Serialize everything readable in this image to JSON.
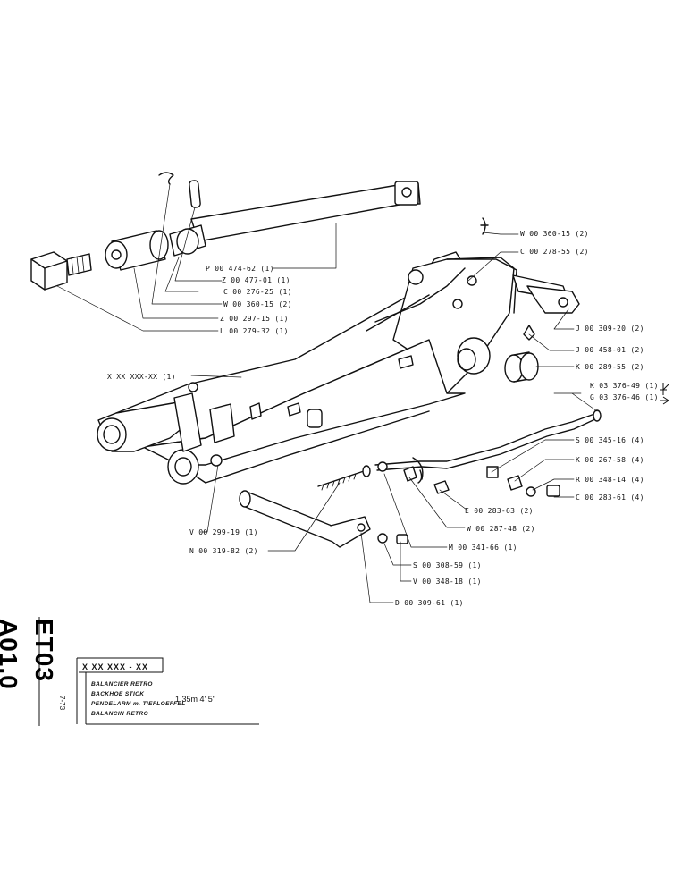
{
  "sheet": {
    "code": "ET03 A01.0",
    "date_code": "7-73",
    "title_box_code": "X XX XXX - XX",
    "title_lines": [
      "BALANCIER RETRO",
      "BACKHOE STICK",
      "PENDELARM m. TIEFLOEFFEL",
      "BALANCIN RETRO"
    ],
    "size_spec": "1,35m  4' 5\""
  },
  "parts": [
    {
      "id": "p1",
      "label": "P 00 474-62  (1)"
    },
    {
      "id": "p2",
      "label": "Z 00 477-01  (1)"
    },
    {
      "id": "p3",
      "label": "C 00 276-25  (1)"
    },
    {
      "id": "p4",
      "label": "W 00 360-15  (2)"
    },
    {
      "id": "p5",
      "label": "Z 00 297-15  (1)"
    },
    {
      "id": "p6",
      "label": "L 00 279-32  (1)"
    },
    {
      "id": "p7",
      "label": "W 00 360-15  (2)"
    },
    {
      "id": "p8",
      "label": "C 00 278-55  (2)"
    },
    {
      "id": "p9",
      "label": "J 00 309-20  (2)"
    },
    {
      "id": "p10",
      "label": "J 00 458-01  (2)"
    },
    {
      "id": "p11",
      "label": "K 00 289-55  (2)"
    },
    {
      "id": "p12",
      "label": "K 03  376-49  (1)"
    },
    {
      "id": "p13",
      "label": "G 03  376-46  (1)"
    },
    {
      "id": "p14",
      "label": "S 00 345-16  (4)"
    },
    {
      "id": "p15",
      "label": "K 00 267-58  (4)"
    },
    {
      "id": "p16",
      "label": "R 00 348-14  (4)"
    },
    {
      "id": "p17",
      "label": "C 00 283-61  (4)"
    },
    {
      "id": "p18",
      "label": "E 00 283-63  (2)"
    },
    {
      "id": "p19",
      "label": "W 00 287-48  (2)"
    },
    {
      "id": "p20",
      "label": "M 00 341-66  (1)"
    },
    {
      "id": "p21",
      "label": "S 00 308-59  (1)"
    },
    {
      "id": "p22",
      "label": "V 00 348-18  (1)"
    },
    {
      "id": "p23",
      "label": "D 00 309-61  (1)"
    },
    {
      "id": "p24",
      "label": "X XX XXX-XX  (1)"
    },
    {
      "id": "p25",
      "label": "V 00 299-19  (1)"
    },
    {
      "id": "p26",
      "label": "N 00 319-82  (2)"
    }
  ]
}
